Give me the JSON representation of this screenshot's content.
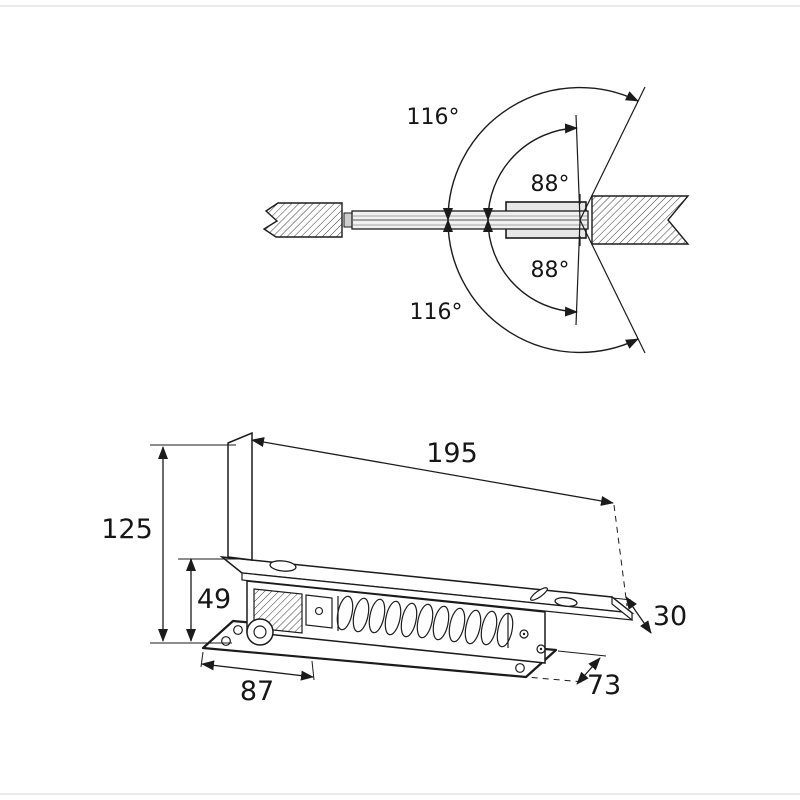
{
  "angle_view": {
    "outer_top": "116°",
    "inner_top": "88°",
    "inner_bottom": "88°",
    "outer_bottom": "116°"
  },
  "dims": {
    "length": "195",
    "height": "125",
    "inset_height": "49",
    "plate_width": "30",
    "base_length": "87",
    "base_depth": "73"
  },
  "colors": {
    "line": "#1b1b1b",
    "light_fill": "#e8e8e8"
  }
}
